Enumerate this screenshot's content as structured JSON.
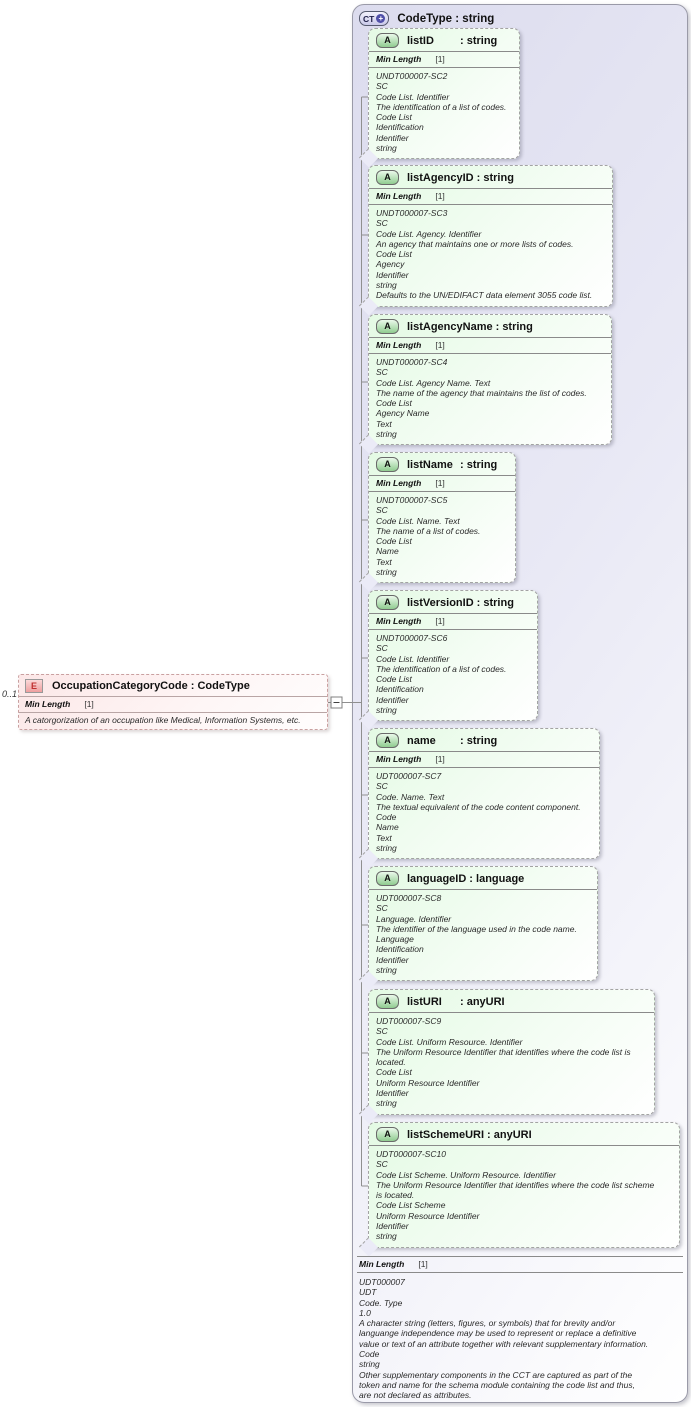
{
  "colors": {
    "container_fill": "#dcdcee",
    "attribute_fill": "#e4fae4",
    "element_fill": "#fce7e7",
    "border_gray": "#a3a3a3"
  },
  "element": {
    "icon": "E",
    "title": "OccupationCategoryCode : CodeType",
    "cardinality": "0..1",
    "facet": {
      "name": "Min Length",
      "value": "[1]"
    },
    "description": "A catorgorization of an occupation like Medical, Information Systems, etc."
  },
  "complex_type": {
    "icon": "CT",
    "icon_plus": "+",
    "title": "CodeType : string",
    "facet": {
      "name": "Min Length",
      "value": "[1]"
    },
    "annotation_lines": [
      "UDT000007",
      "UDT",
      "Code. Type",
      "1.0",
      "A character string (letters, figures, or symbols) that for brevity and/or",
      "languange independence may be used to represent or replace a definitive",
      "value or text of an attribute together with relevant supplementary information.",
      "Code",
      "string",
      "Other supplementary components in the CCT are captured as part of the",
      "token and name for the schema module containing the code list and thus,",
      "are not declared as attributes."
    ]
  },
  "attribute_icon_label": "A",
  "attributes": [
    {
      "name": "listID",
      "type": "string",
      "facet": {
        "name": "Min Length",
        "value": "[1]"
      },
      "annotation_lines": [
        "UNDT000007-SC2",
        "SC",
        "Code List. Identifier",
        "The identification of a list of codes.",
        "Code List",
        "Identification",
        "Identifier",
        "string"
      ]
    },
    {
      "name": "listAgencyID",
      "type": "string",
      "facet": {
        "name": "Min Length",
        "value": "[1]"
      },
      "annotation_lines": [
        "UNDT000007-SC3",
        "SC",
        "Code List. Agency. Identifier",
        "An agency that maintains one or more lists of codes.",
        "Code List",
        "Agency",
        "Identifier",
        "string",
        "Defaults to the UN/EDIFACT data element 3055 code list."
      ]
    },
    {
      "name": "listAgencyName",
      "type": "string",
      "facet": {
        "name": "Min Length",
        "value": "[1]"
      },
      "annotation_lines": [
        "UNDT000007-SC4",
        "SC",
        "Code List. Agency Name. Text",
        "The name of the agency that maintains the list of codes.",
        "Code List",
        "Agency Name",
        "Text",
        "string"
      ]
    },
    {
      "name": "listName",
      "type": "string",
      "facet": {
        "name": "Min Length",
        "value": "[1]"
      },
      "annotation_lines": [
        "UNDT000007-SC5",
        "SC",
        "Code List. Name. Text",
        "The name of a list of codes.",
        "Code List",
        "Name",
        "Text",
        "string"
      ]
    },
    {
      "name": "listVersionID",
      "type": "string",
      "facet": {
        "name": "Min Length",
        "value": "[1]"
      },
      "annotation_lines": [
        "UNDT000007-SC6",
        "SC",
        "Code List. Identifier",
        "The identification of a list of codes.",
        "Code List",
        "Identification",
        "Identifier",
        "string"
      ]
    },
    {
      "name": "name",
      "type": "string",
      "facet": {
        "name": "Min Length",
        "value": "[1]"
      },
      "annotation_lines": [
        "UDT000007-SC7",
        "SC",
        "Code. Name. Text",
        "The textual equivalent of the code content component.",
        "Code",
        "Name",
        "Text",
        "string"
      ]
    },
    {
      "name": "languageID",
      "type": "language",
      "facet": null,
      "annotation_lines": [
        "UDT000007-SC8",
        "SC",
        "Language. Identifier",
        "The identifier of the language used in the code name.",
        "Language",
        "Identification",
        "Identifier",
        "string"
      ]
    },
    {
      "name": "listURI",
      "type": "anyURI",
      "facet": null,
      "annotation_lines": [
        "UDT000007-SC9",
        "SC",
        "Code List. Uniform Resource. Identifier",
        "The Uniform Resource Identifier that identifies where the code list is",
        "located.",
        "Code List",
        "Uniform Resource Identifier",
        "Identifier",
        "string"
      ]
    },
    {
      "name": "listSchemeURI",
      "type": "anyURI",
      "facet": null,
      "annotation_lines": [
        "UDT000007-SC10",
        "SC",
        "Code List Scheme. Uniform Resource. Identifier",
        "The Uniform Resource Identifier that identifies where the code list scheme",
        "is located.",
        "Code List Scheme",
        "Uniform Resource Identifier",
        "Identifier",
        "string"
      ]
    }
  ]
}
